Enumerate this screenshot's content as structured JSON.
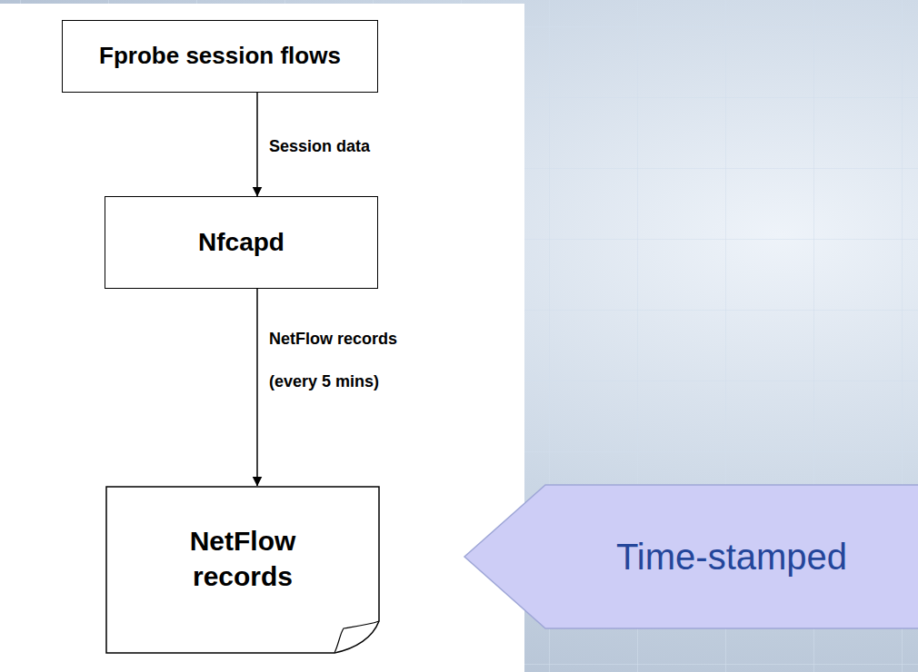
{
  "diagram": {
    "nodes": [
      {
        "text": [
          "Fprobe session flows"
        ]
      },
      {
        "text": [
          "Nfcapd"
        ]
      },
      {
        "text": [
          "NetFlow records"
        ]
      },
      {
        "text": [
          "Time-stamped"
        ]
      }
    ],
    "edges": [
      {
        "from": 0,
        "to": 1,
        "arrow": "to",
        "label": "Session data"
      },
      {
        "from": 1,
        "to": 2,
        "arrow": "to",
        "label": "NetFlow records (every 5 mins)"
      }
    ]
  }
}
